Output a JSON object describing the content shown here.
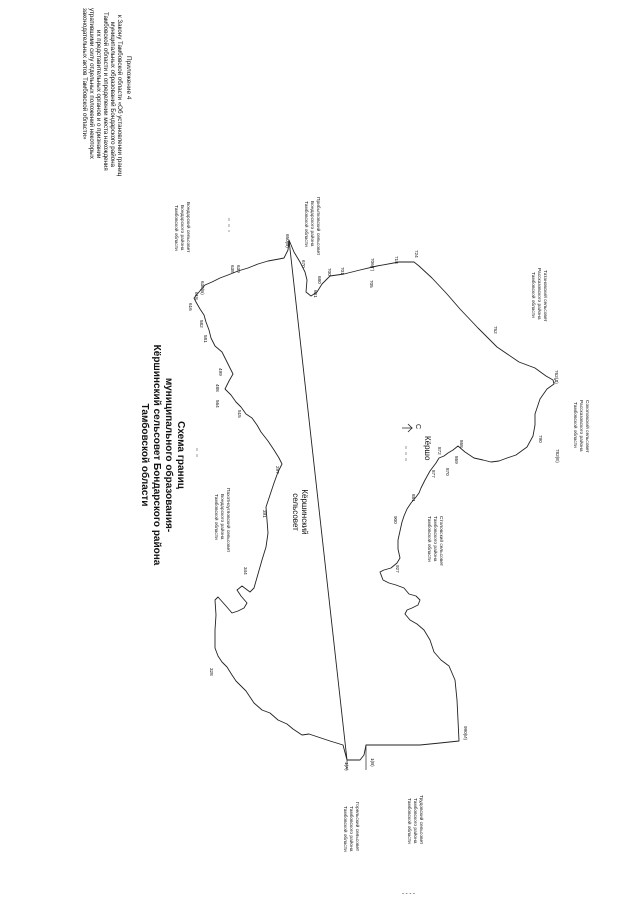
{
  "appendix": {
    "lines": [
      "Приложение 4",
      "к Закону Тамбовской области «Об установлении границ",
      "муниципальных образований Бондарского района",
      "Тамбовской области и определении места нахождения",
      "их представительных органов и о признании",
      "утратившими силу отдельных положений некоторых",
      "законодательных актов Тамбовской области»"
    ]
  },
  "map_title": {
    "lines": [
      "Схема границ",
      "муниципального образования-",
      "Кёршинский сельсовет Бондарского района",
      "Тамбовской области"
    ]
  },
  "territory_label": [
    "Кёршинский",
    "сельсовет"
  ],
  "village_label": "Кёршо",
  "neighbors": {
    "bondarsky": [
      "Бондарский сельсовет",
      "Бондарского района",
      "Тамбовской области"
    ],
    "prigorodny": [
      "Прибытковский сельсовет",
      "Бондарского района",
      "Тамбовской области"
    ],
    "tatanovsky": [
      "Татановский сельсовет",
      "Рассказовского района",
      "Тамбовской области"
    ],
    "sokolovsky": [
      "Соколовский сельсовет",
      "Рассказовского района",
      "Тамбовской области"
    ],
    "pushkinsky": [
      "Пахотноугловский сельсовет",
      "Бондарского района",
      "Тамбовской области"
    ],
    "staroyurievo": [
      "Столовский сельсовет",
      "Тамбовского района",
      "Тамбовской области"
    ],
    "gorelovsky": [
      "Горельский сельсовет",
      "Тамбовского района",
      "Тамбовской области"
    ],
    "turmasovsky": [
      "Трудовский сельсовет",
      "Тамбовского района",
      "Тамбовской области"
    ]
  },
  "points": {
    "p1A": "1(А)",
    "p1": "1(В)",
    "p328": "328",
    "p344": "344",
    "p391": "391",
    "p297": "297",
    "p515": "515",
    "p564": "564",
    "p488": "488",
    "p499": "499",
    "p581": "581",
    "p582": "582",
    "p616": "616",
    "p618": "618",
    "p630B": "630(Б)",
    "p639": "639",
    "p638": "638",
    "p650V": "650(В)",
    "p670": "670",
    "p680": "680",
    "p681": "681",
    "p700": "700",
    "p701": "701",
    "p705": "705",
    "p706G": "706(Г)",
    "p718": "718",
    "p724": "724",
    "p752": "752",
    "p752D": "762(Д)",
    "p782E": "782(Е)",
    "p790": "790",
    "p868": "868",
    "p869": "869",
    "p870": "870",
    "p872": "872",
    "p877": "877",
    "p881": "881",
    "p900": "900",
    "p927": "927",
    "p990I": "990(И)"
  },
  "north_mark": "С",
  "footer_mark": "- - - -"
}
